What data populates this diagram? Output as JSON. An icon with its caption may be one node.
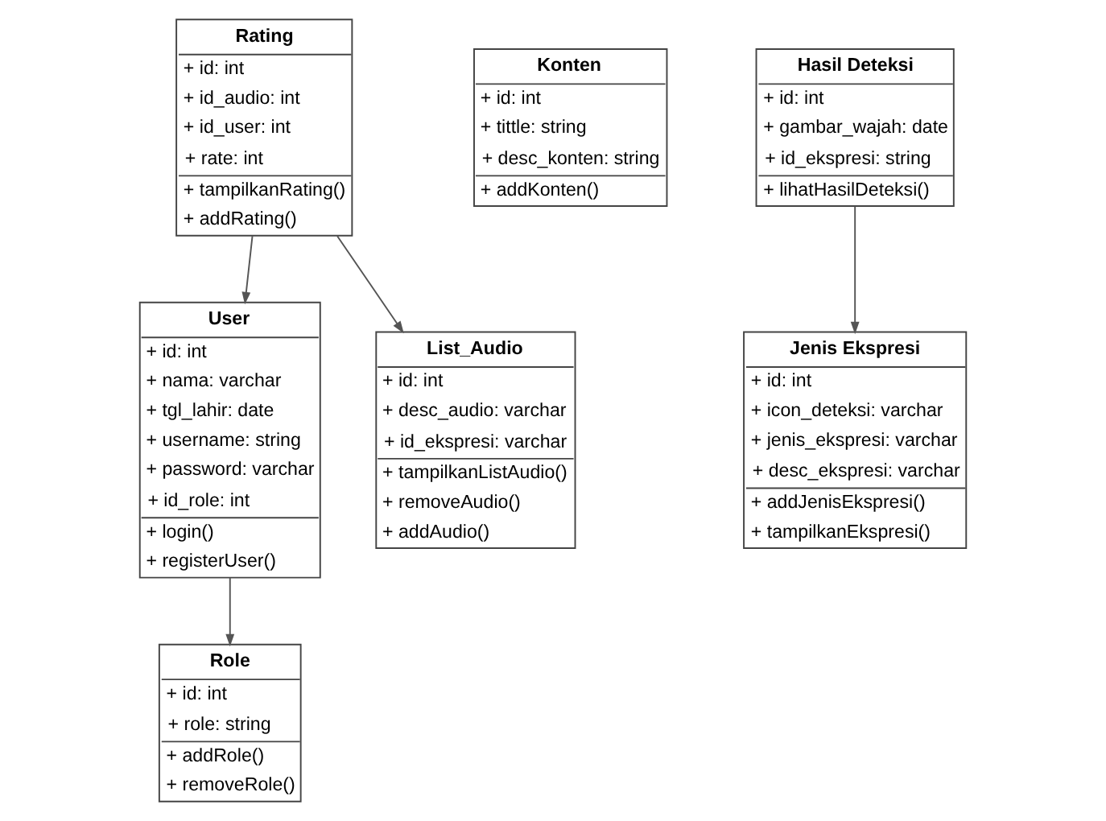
{
  "diagram": {
    "nodes": [
      {
        "text": [
          "Role",
          "+ id: int",
          "+ role: string",
          "+ addRole()",
          "+ removeRole()"
        ]
      },
      {
        "text": [
          "User",
          "+ id: int",
          "+ nama: varchar",
          "+ tgl_lahir: date",
          "+ username: string",
          "+ password: varchar",
          "+ id_role: int",
          "+ login()",
          "+ registerUser()"
        ]
      },
      {
        "text": [
          "Konten",
          "+ id: int",
          "+ tittle: string",
          "+ desc_konten: string",
          "+ addKonten()"
        ]
      },
      {
        "text": [
          "List_Audio",
          "+ id: int",
          "+ desc_audio: varchar",
          "+ id_ekspresi: varchar",
          "+ tampilkanListAudio()",
          "+ removeAudio()",
          "+ addAudio()"
        ]
      },
      {
        "text": [
          "Jenis Ekspresi",
          "+ id: int",
          "+ icon_deteksi: varchar",
          "+ jenis_ekspresi: varchar",
          "+ desc_ekspresi: varchar",
          "+ addJenisEkspresi()",
          "+ tampilkanEkspresi()"
        ]
      },
      {
        "text": [
          "Hasil Deteksi",
          "+ id: int",
          "+ gambar_wajah: date",
          "+ id_ekspresi: string",
          "+ lihatHasilDeteksi()"
        ]
      },
      {
        "text": [
          "Rating",
          "+ id: int",
          "+ id_audio: int",
          "+ id_user: int",
          "+ rate: int",
          "+ tampilkanRating()",
          "+ addRating()"
        ]
      }
    ],
    "edges": [
      {
        "from": 1,
        "to": 0,
        "arrow": "to"
      },
      {
        "from": 6,
        "to": 3,
        "arrow": "to"
      },
      {
        "from": 6,
        "to": 1,
        "arrow": "to"
      },
      {
        "from": 5,
        "to": 4,
        "arrow": "to"
      }
    ]
  }
}
